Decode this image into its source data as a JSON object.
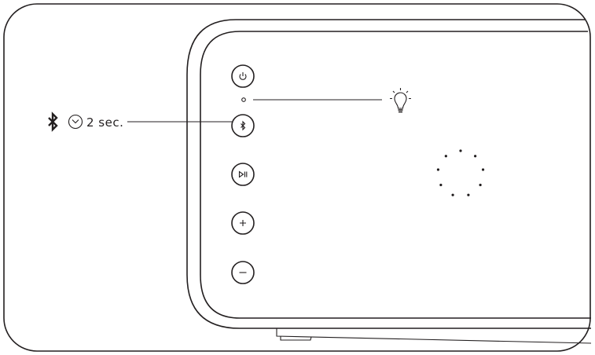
{
  "callout": {
    "bluetooth_icon": "bluetooth-icon",
    "timer_icon": "clock-icon",
    "duration_label": "2 sec."
  },
  "indicator": {
    "icon": "light-bulb-icon"
  },
  "buttons": [
    {
      "name": "power",
      "icon": "power-icon"
    },
    {
      "name": "bluetooth",
      "icon": "bluetooth-icon"
    },
    {
      "name": "play-pause",
      "icon": "play-pause-icon"
    },
    {
      "name": "volume-up",
      "icon": "plus-icon"
    },
    {
      "name": "volume-down",
      "icon": "minus-icon"
    }
  ],
  "light_ring": {
    "dots": 9
  },
  "colors": {
    "line": "#231f20",
    "background": "#ffffff"
  }
}
